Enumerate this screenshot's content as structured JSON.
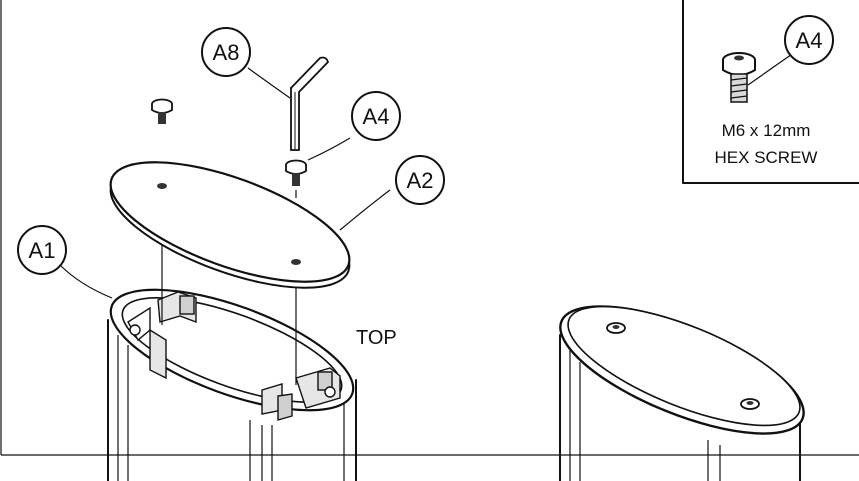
{
  "callouts": {
    "a1": "A1",
    "a2": "A2",
    "a4": "A4",
    "a8": "A8",
    "inset_a4": "A4"
  },
  "labels": {
    "top": "TOP"
  },
  "inset": {
    "size": "M6 x 12mm",
    "name": "HEX SCREW"
  },
  "colors": {
    "line": "#111111",
    "background": "#ffffff",
    "shade": "#d9d9d9"
  }
}
